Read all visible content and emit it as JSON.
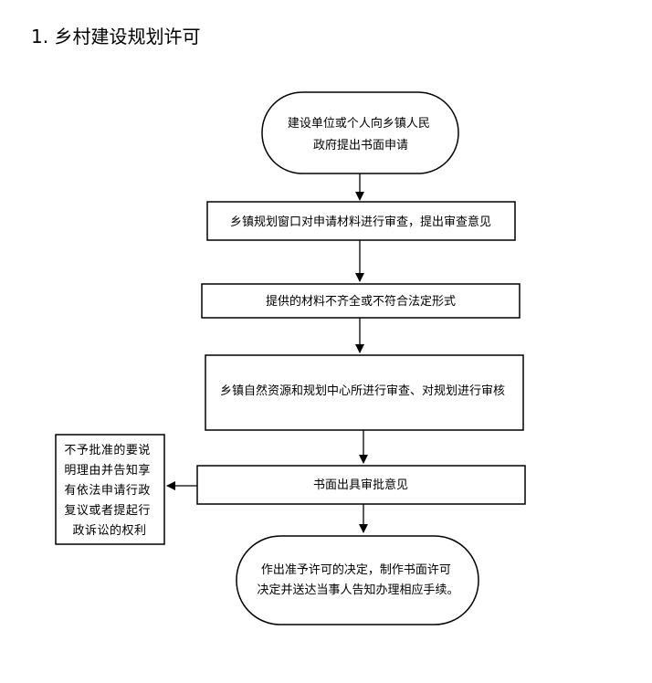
{
  "heading": "1. 乡村建设规划许可",
  "flowchart": {
    "nodes": {
      "start": {
        "shape": "rounded-terminal",
        "lines": [
          "建设单位或个人向乡镇人民",
          "政府提出书面申请"
        ]
      },
      "review_window": {
        "shape": "rectangle",
        "lines": [
          "乡镇规划窗口对申请材料进行审查，提出审查意见"
        ]
      },
      "incomplete": {
        "shape": "rectangle",
        "lines": [
          "提供的材料不齐全或不符合法定形式"
        ]
      },
      "center_review": {
        "shape": "rectangle",
        "lines": [
          "乡镇自然资源和规划中心所进行审查、对规划进行审核"
        ]
      },
      "opinion": {
        "shape": "rectangle",
        "lines": [
          "书面出具审批意见"
        ]
      },
      "reject_notice": {
        "shape": "rectangle",
        "lines": [
          "不予批准的要说",
          "明理由并告知享",
          "有依法申请行政",
          "复议或者提起行",
          "政诉讼的权利"
        ]
      },
      "end": {
        "shape": "rounded-terminal",
        "lines": [
          "作出准予许可的决定，制作书面许可",
          "决定并送达当事人告知办理相应手续。"
        ]
      }
    },
    "edges": [
      {
        "from": "start",
        "to": "review_window"
      },
      {
        "from": "review_window",
        "to": "incomplete"
      },
      {
        "from": "incomplete",
        "to": "center_review"
      },
      {
        "from": "center_review",
        "to": "opinion"
      },
      {
        "from": "opinion",
        "to": "reject_notice"
      },
      {
        "from": "opinion",
        "to": "end"
      }
    ],
    "colors": {
      "stroke": "#000000",
      "fill": "#ffffff",
      "text": "#000000"
    }
  }
}
